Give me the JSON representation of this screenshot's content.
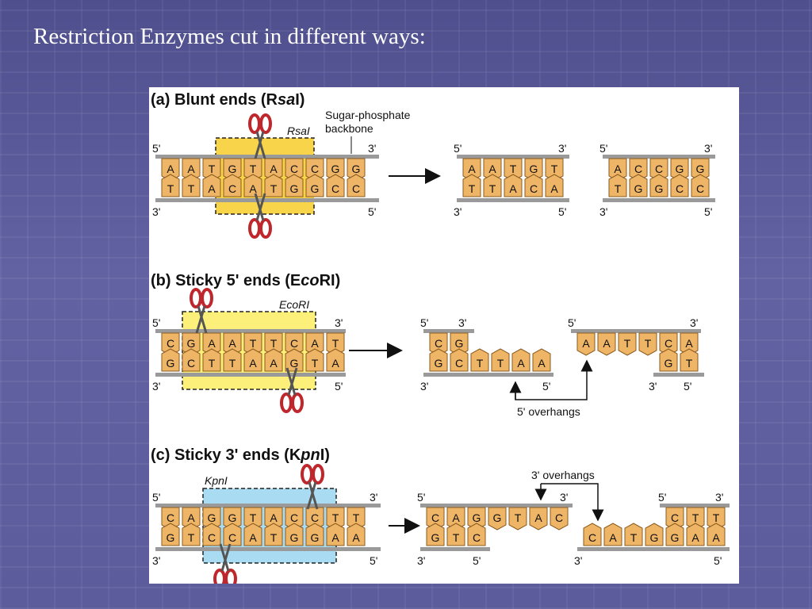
{
  "slide_title": "Restriction Enzymes cut in different ways:",
  "panels": {
    "a": {
      "heading_pre": "(a) Blunt ends (R",
      "heading_ital": "sa",
      "heading_post": "I)",
      "enzyme": "RsaI",
      "backbone_label_1": "Sugar-phosphate",
      "backbone_label_2": "backbone",
      "highlight_color": "#f8d44a",
      "original": {
        "top": [
          "A",
          "A",
          "T",
          "G",
          "T",
          "A",
          "C",
          "C",
          "G",
          "G"
        ],
        "bottom": [
          "T",
          "T",
          "A",
          "C",
          "A",
          "T",
          "G",
          "G",
          "C",
          "C"
        ]
      },
      "left_fragment": {
        "top": [
          "A",
          "A",
          "T",
          "G",
          "T"
        ],
        "bottom": [
          "T",
          "T",
          "A",
          "C",
          "A"
        ]
      },
      "right_fragment": {
        "top": [
          "A",
          "C",
          "C",
          "G",
          "G"
        ],
        "bottom": [
          "T",
          "G",
          "G",
          "C",
          "C"
        ]
      }
    },
    "b": {
      "heading_pre": "(b) Sticky 5' ends (E",
      "heading_ital": "co",
      "heading_post": "RI)",
      "enzyme": "EcoRI",
      "overhang_label": "5' overhangs",
      "highlight_color": "#fdf07a",
      "original": {
        "top": [
          "C",
          "G",
          "A",
          "A",
          "T",
          "T",
          "C",
          "A",
          "T"
        ],
        "bottom": [
          "G",
          "C",
          "T",
          "T",
          "A",
          "A",
          "G",
          "T",
          "A"
        ]
      },
      "left_fragment": {
        "top": [
          "C",
          "G"
        ],
        "bottom": [
          "G",
          "C",
          "T",
          "T",
          "A",
          "A"
        ]
      },
      "right_fragment": {
        "top": [
          "A",
          "A",
          "T",
          "T",
          "C",
          "A"
        ],
        "bottom": [
          "G",
          "T"
        ]
      }
    },
    "c": {
      "heading_pre": "(c) Sticky 3' ends (K",
      "heading_ital": "pn",
      "heading_post": "I)",
      "enzyme": "KpnI",
      "overhang_label": "3' overhangs",
      "highlight_color": "#a9dcf3",
      "original": {
        "top": [
          "C",
          "A",
          "G",
          "G",
          "T",
          "A",
          "C",
          "C",
          "T",
          "T"
        ],
        "bottom": [
          "G",
          "T",
          "C",
          "C",
          "A",
          "T",
          "G",
          "G",
          "A",
          "A"
        ]
      },
      "left_fragment": {
        "top": [
          "C",
          "A",
          "G",
          "G",
          "T",
          "A",
          "C"
        ],
        "bottom": [
          "G",
          "T",
          "C"
        ]
      },
      "right_fragment": {
        "top": [
          "C",
          "T",
          "T"
        ],
        "bottom": [
          "C",
          "A",
          "T",
          "G",
          "G",
          "A",
          "A"
        ]
      }
    }
  },
  "ends": {
    "five": "5'",
    "three": "3'"
  },
  "colors": {
    "base_fill": "#efb566",
    "base_stroke": "#8a5a1e",
    "backbone": "#9a9a9a",
    "scissors": "#c0272d"
  }
}
